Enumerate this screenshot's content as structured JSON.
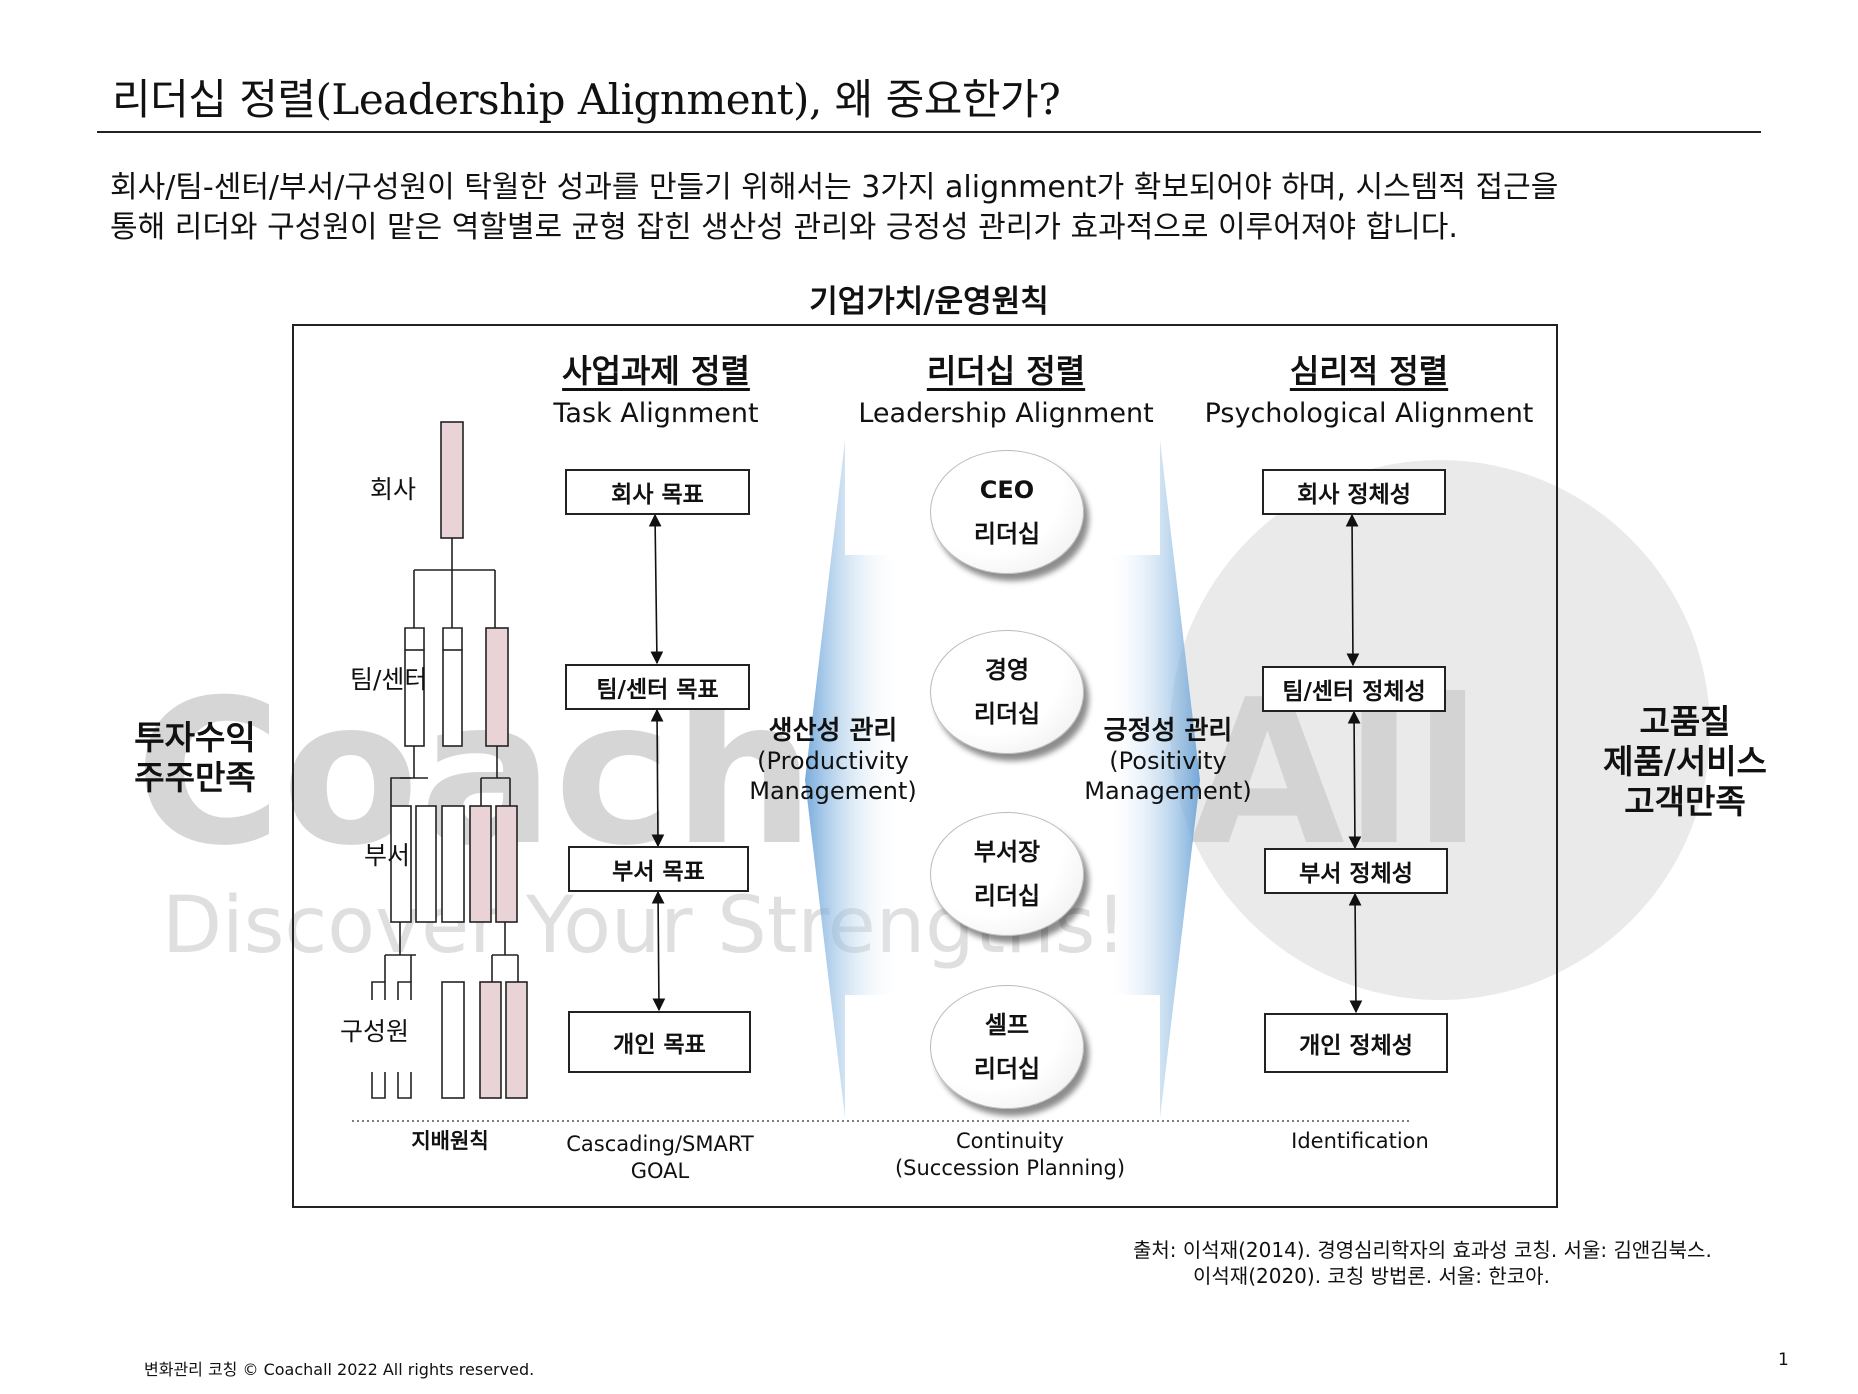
{
  "title": "리더십 정렬(Leadership Alignment), 왜 중요한가?",
  "intro": {
    "line1": "회사/팀-센터/부서/구성원이 탁월한 성과를 만들기 위해서는 3가지 alignment가 확보되어야 하며, 시스템적 접근을",
    "line2": "통해 리더와 구성원이 맡은 역할별로 균형 잡힌 생산성 관리와 긍정성 관리가 효과적으로 이루어져야 합니다."
  },
  "diagram": {
    "top_label": "기업가치/운영원칙",
    "left_outcome": [
      "투자수익",
      "주주만족"
    ],
    "right_outcome": [
      "고품질",
      "제품/서비스",
      "고객만족"
    ],
    "watermark": {
      "line1": "CoachAll",
      "line2": "Discover Your Strengths!"
    },
    "org_levels": [
      "회사",
      "팀/센터",
      "부서",
      "구성원"
    ],
    "governance_label": "지배원칙",
    "columns": {
      "task": {
        "title_ko": "사업과제 정렬",
        "title_en": "Task Alignment",
        "boxes": [
          "회사 목표",
          "팀/센터 목표",
          "부서 목표",
          "개인 목표"
        ],
        "bottom": [
          "Cascading/SMART",
          "GOAL"
        ]
      },
      "leadership": {
        "title_ko": "리더십 정렬",
        "title_en": "Leadership Alignment",
        "ovals": [
          {
            "line1": "CEO",
            "line2": "리더십"
          },
          {
            "line1": "경영",
            "line2": "리더십"
          },
          {
            "line1": "부서장",
            "line2": "리더십"
          },
          {
            "line1": "셀프",
            "line2": "리더십"
          }
        ],
        "bottom": [
          "Continuity",
          "(Succession Planning)"
        ]
      },
      "psych": {
        "title_ko": "심리적 정렬",
        "title_en": "Psychological Alignment",
        "boxes": [
          "회사 정체성",
          "팀/센터 정체성",
          "부서 정체성",
          "개인 정체성"
        ],
        "bottom": [
          "Identification"
        ]
      }
    },
    "productivity": {
      "ko": "생산성 관리",
      "en1": "(Productivity",
      "en2": "Management)"
    },
    "positivity": {
      "ko": "긍정성 관리",
      "en1": "(Positivity",
      "en2": "Management)"
    }
  },
  "source": {
    "line1": "출처: 이석재(2014). 경영심리학자의 효과성 코칭. 서울: 김앤김북스.",
    "line2": "이석재(2020). 코칭 방법론. 서울: 한코아."
  },
  "footer": "변화관리 코칭 © Coachall 2022 All rights reserved.",
  "page_number": "1",
  "colors": {
    "pink_bar": "#e9d3d6",
    "arrow_blue": "#7fb1de",
    "watermark": "#c8c8c8"
  }
}
